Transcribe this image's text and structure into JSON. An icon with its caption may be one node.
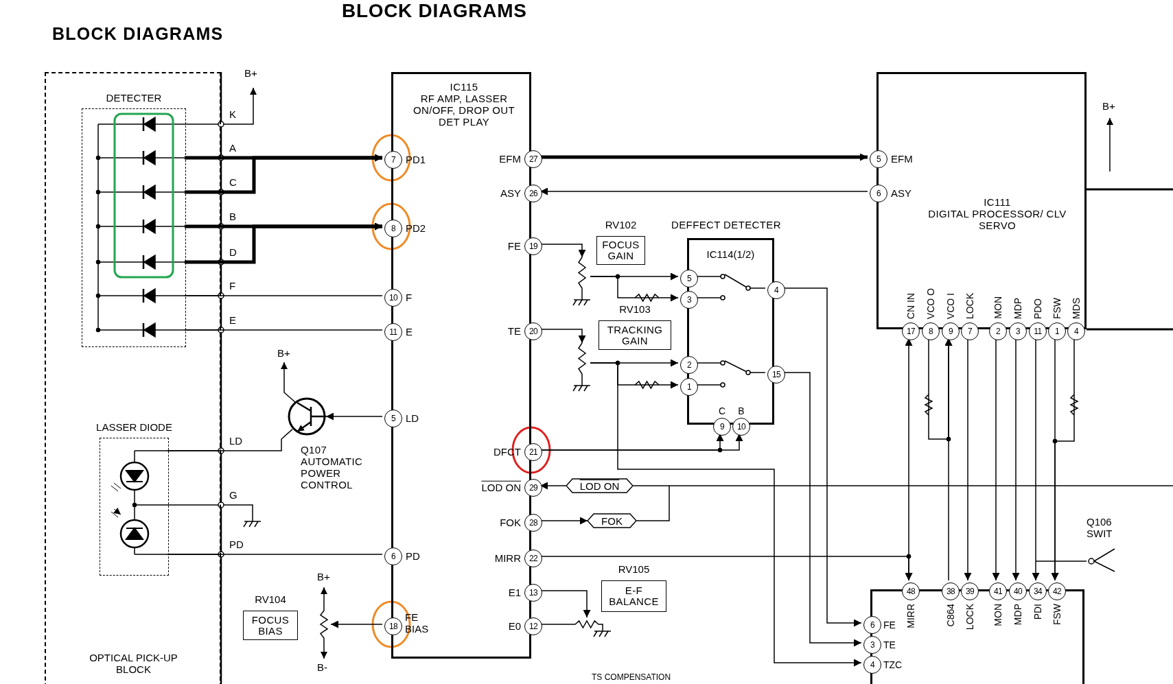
{
  "diagram": {
    "title": "BLOCK DIAGRAMS",
    "nodes": [
      {
        "text": [
          "OPTICAL PICK-UP BLOCK"
        ]
      },
      {
        "text": [
          "DETECTER"
        ],
        "in": 0
      },
      {
        "text": [
          "LASSER DIODE"
        ],
        "in": 0
      },
      {
        "text": [
          "IC115",
          "RF AMP, LASSER ON/OFF, DROP OUT DET PLAY"
        ]
      },
      {
        "text": [
          "IC111",
          "DIGITAL PROCESSOR/ CLV SERVO"
        ]
      },
      {
        "text": [],
        "shape": "box"
      },
      {
        "text": [
          "DEFFECT DETECTER",
          "IC114(1/2)"
        ]
      },
      {
        "text": [
          "FOCUS GAIN"
        ],
        "beside": [
          "RV102"
        ]
      },
      {
        "text": [
          "TRACKING GAIN"
        ],
        "beside": [
          "RV103"
        ]
      },
      {
        "text": [
          "E-F BALANCE"
        ],
        "beside": [
          "RV105"
        ]
      },
      {
        "text": [
          "FOCUS BIAS"
        ],
        "beside": [
          "RV104"
        ]
      },
      {
        "text": [],
        "shape": "circle",
        "beside": [
          "Q107 AUTOMATIC POWER CONTROL"
        ]
      },
      {
        "text": [
          "LOD ON"
        ]
      },
      {
        "text": [
          "FOK"
        ]
      },
      {
        "text": [
          "7"
        ],
        "in": 3,
        "beside": [
          "PD1"
        ]
      },
      {
        "text": [
          "8"
        ],
        "in": 3,
        "beside": [
          "PD2"
        ]
      },
      {
        "text": [
          "10"
        ],
        "in": 3,
        "beside": [
          "F"
        ]
      },
      {
        "text": [
          "11"
        ],
        "in": 3,
        "beside": [
          "E"
        ]
      },
      {
        "text": [
          "5"
        ],
        "in": 3,
        "beside": [
          "LD"
        ]
      },
      {
        "text": [
          "6"
        ],
        "in": 3,
        "beside": [
          "PD"
        ]
      },
      {
        "text": [
          "18"
        ],
        "in": 3,
        "beside": [
          "FE BIAS"
        ]
      },
      {
        "text": [
          "27"
        ],
        "in": 3,
        "beside": [
          "EFM"
        ]
      },
      {
        "text": [
          "26"
        ],
        "in": 3,
        "beside": [
          "ASY"
        ]
      },
      {
        "text": [
          "19"
        ],
        "in": 3,
        "beside": [
          "FE"
        ]
      },
      {
        "text": [
          "20"
        ],
        "in": 3,
        "beside": [
          "TE"
        ]
      },
      {
        "text": [
          "21"
        ],
        "in": 3,
        "beside": [
          "DFCT"
        ]
      },
      {
        "text": [
          "29"
        ],
        "in": 3,
        "beside": [
          "LOD ON"
        ]
      },
      {
        "text": [
          "28"
        ],
        "in": 3,
        "beside": [
          "FOK"
        ]
      },
      {
        "text": [
          "22"
        ],
        "in": 3,
        "beside": [
          "MIRR"
        ]
      },
      {
        "text": [
          "13"
        ],
        "in": 3,
        "beside": [
          "E1"
        ]
      },
      {
        "text": [
          "12"
        ],
        "in": 3,
        "beside": [
          "E0"
        ]
      },
      {
        "text": [
          "5"
        ],
        "in": 4,
        "beside": [
          "EFM"
        ]
      },
      {
        "text": [
          "6"
        ],
        "in": 4,
        "beside": [
          "ASY"
        ]
      },
      {
        "text": [
          "17"
        ],
        "in": 4,
        "beside": [
          "CN IN"
        ]
      },
      {
        "text": [
          "8"
        ],
        "in": 4,
        "beside": [
          "VCO O"
        ]
      },
      {
        "text": [
          "9"
        ],
        "in": 4,
        "beside": [
          "VCO I"
        ]
      },
      {
        "text": [
          "7"
        ],
        "in": 4,
        "beside": [
          "LOCK"
        ]
      },
      {
        "text": [
          "2"
        ],
        "in": 4,
        "beside": [
          "MON"
        ]
      },
      {
        "text": [
          "3"
        ],
        "in": 4,
        "beside": [
          "MDP"
        ]
      },
      {
        "text": [
          "11"
        ],
        "in": 4,
        "beside": [
          "PDO"
        ]
      },
      {
        "text": [
          "1"
        ],
        "in": 4,
        "beside": [
          "FSW"
        ]
      },
      {
        "text": [
          "4"
        ],
        "in": 4,
        "beside": [
          "MDS"
        ]
      },
      {
        "text": [
          "48"
        ],
        "in": 5,
        "beside": [
          "MIRR"
        ]
      },
      {
        "text": [
          "38"
        ],
        "in": 5,
        "beside": [
          "C864"
        ]
      },
      {
        "text": [
          "39"
        ],
        "in": 5,
        "beside": [
          "LOCK"
        ]
      },
      {
        "text": [
          "41"
        ],
        "in": 5,
        "beside": [
          "MON"
        ]
      },
      {
        "text": [
          "40"
        ],
        "in": 5,
        "beside": [
          "MDP"
        ]
      },
      {
        "text": [
          "34"
        ],
        "in": 5,
        "beside": [
          "PDI"
        ]
      },
      {
        "text": [
          "42"
        ],
        "in": 5,
        "beside": [
          "FSW"
        ]
      },
      {
        "text": [
          "6"
        ],
        "in": 5,
        "beside": [
          "FE"
        ]
      },
      {
        "text": [
          "3"
        ],
        "in": 5,
        "beside": [
          "TE"
        ]
      },
      {
        "text": [
          "4"
        ],
        "in": 5,
        "beside": [
          "TZC"
        ]
      },
      {
        "text": [
          "5"
        ],
        "in": 6
      },
      {
        "text": [
          "3"
        ],
        "in": 6
      },
      {
        "text": [
          "4"
        ],
        "in": 6
      },
      {
        "text": [
          "2"
        ],
        "in": 6
      },
      {
        "text": [
          "1"
        ],
        "in": 6
      },
      {
        "text": [
          "15"
        ],
        "in": 6
      },
      {
        "text": [
          "9"
        ],
        "in": 6,
        "beside": [
          "C"
        ]
      },
      {
        "text": [
          "10"
        ],
        "in": 6,
        "beside": [
          "B"
        ]
      },
      {
        "text": [
          "Q106 SWIT"
        ]
      },
      {
        "text": [],
        "shape": "potentiometer"
      },
      {
        "text": [],
        "shape": "potentiometer"
      },
      {
        "text": [],
        "shape": "potentiometer"
      },
      {
        "text": [],
        "shape": "potentiometer"
      }
    ],
    "edges": [
      {
        "from": 1,
        "to": 14,
        "arrow": "to",
        "style": "thick"
      },
      {
        "from": 1,
        "to": 15,
        "arrow": "to",
        "style": "thick"
      },
      {
        "from": 1,
        "to": 16,
        "arrow": "none"
      },
      {
        "from": 1,
        "to": 17,
        "arrow": "none"
      },
      {
        "from": 18,
        "to": 11,
        "arrow": "to"
      },
      {
        "from": 2,
        "to": 19,
        "arrow": "none"
      },
      {
        "from": 20,
        "to": 64,
        "arrow": "to"
      },
      {
        "from": 21,
        "to": 31,
        "arrow": "to",
        "style": "thick"
      },
      {
        "from": 32,
        "to": 22,
        "arrow": "to"
      },
      {
        "from": 23,
        "to": 61,
        "arrow": "to"
      },
      {
        "from": 61,
        "to": 52,
        "arrow": "to"
      },
      {
        "from": 61,
        "to": 53,
        "arrow": "to"
      },
      {
        "from": 24,
        "to": 62,
        "arrow": "to"
      },
      {
        "from": 62,
        "to": 55,
        "arrow": "to"
      },
      {
        "from": 62,
        "to": 56,
        "arrow": "to"
      },
      {
        "from": 62,
        "to": 51,
        "arrow": "to"
      },
      {
        "from": 54,
        "to": 49,
        "arrow": "to"
      },
      {
        "from": 57,
        "to": 50,
        "arrow": "to"
      },
      {
        "from": 25,
        "to": 58,
        "arrow": "to"
      },
      {
        "from": 25,
        "to": 59,
        "arrow": "to"
      },
      {
        "from": 12,
        "to": 26,
        "arrow": "to"
      },
      {
        "from": null,
        "to": 12,
        "arrow": "none"
      },
      {
        "from": 27,
        "to": 13,
        "arrow": "to"
      },
      {
        "from": 13,
        "to": null,
        "arrow": "none"
      },
      {
        "from": 28,
        "to": 42,
        "arrow": "to"
      },
      {
        "from": 33,
        "to": 42,
        "arrow": "both"
      },
      {
        "from": 34,
        "to": 35,
        "arrow": "to"
      },
      {
        "from": 43,
        "to": 35,
        "arrow": "to"
      },
      {
        "from": 36,
        "to": 44,
        "arrow": "to"
      },
      {
        "from": 37,
        "to": 45,
        "arrow": "to"
      },
      {
        "from": 38,
        "to": 46,
        "arrow": "to"
      },
      {
        "from": 39,
        "to": 47,
        "arrow": "to"
      },
      {
        "from": 40,
        "to": 48,
        "arrow": "to"
      },
      {
        "from": 41,
        "to": 48,
        "arrow": "to"
      },
      {
        "from": 60,
        "to": null,
        "arrow": "none"
      },
      {
        "from": 29,
        "to": 63,
        "arrow": "to"
      },
      {
        "from": 30,
        "to": 63,
        "arrow": "none"
      },
      {
        "from": 2,
        "to": 11,
        "arrow": "none"
      },
      {
        "from": 1,
        "to": 14,
        "arrow": "to",
        "style": "thick"
      },
      {
        "from": 1,
        "to": 15,
        "arrow": "to",
        "style": "thick"
      }
    ],
    "labels": [
      "BLOCK DIAGRAMS",
      "K",
      "A",
      "C",
      "B",
      "D",
      "F",
      "E",
      "B+",
      "LD",
      "G",
      "PD",
      "B+",
      "B+",
      "B-",
      "B+",
      "TS COMPENSATION"
    ]
  }
}
